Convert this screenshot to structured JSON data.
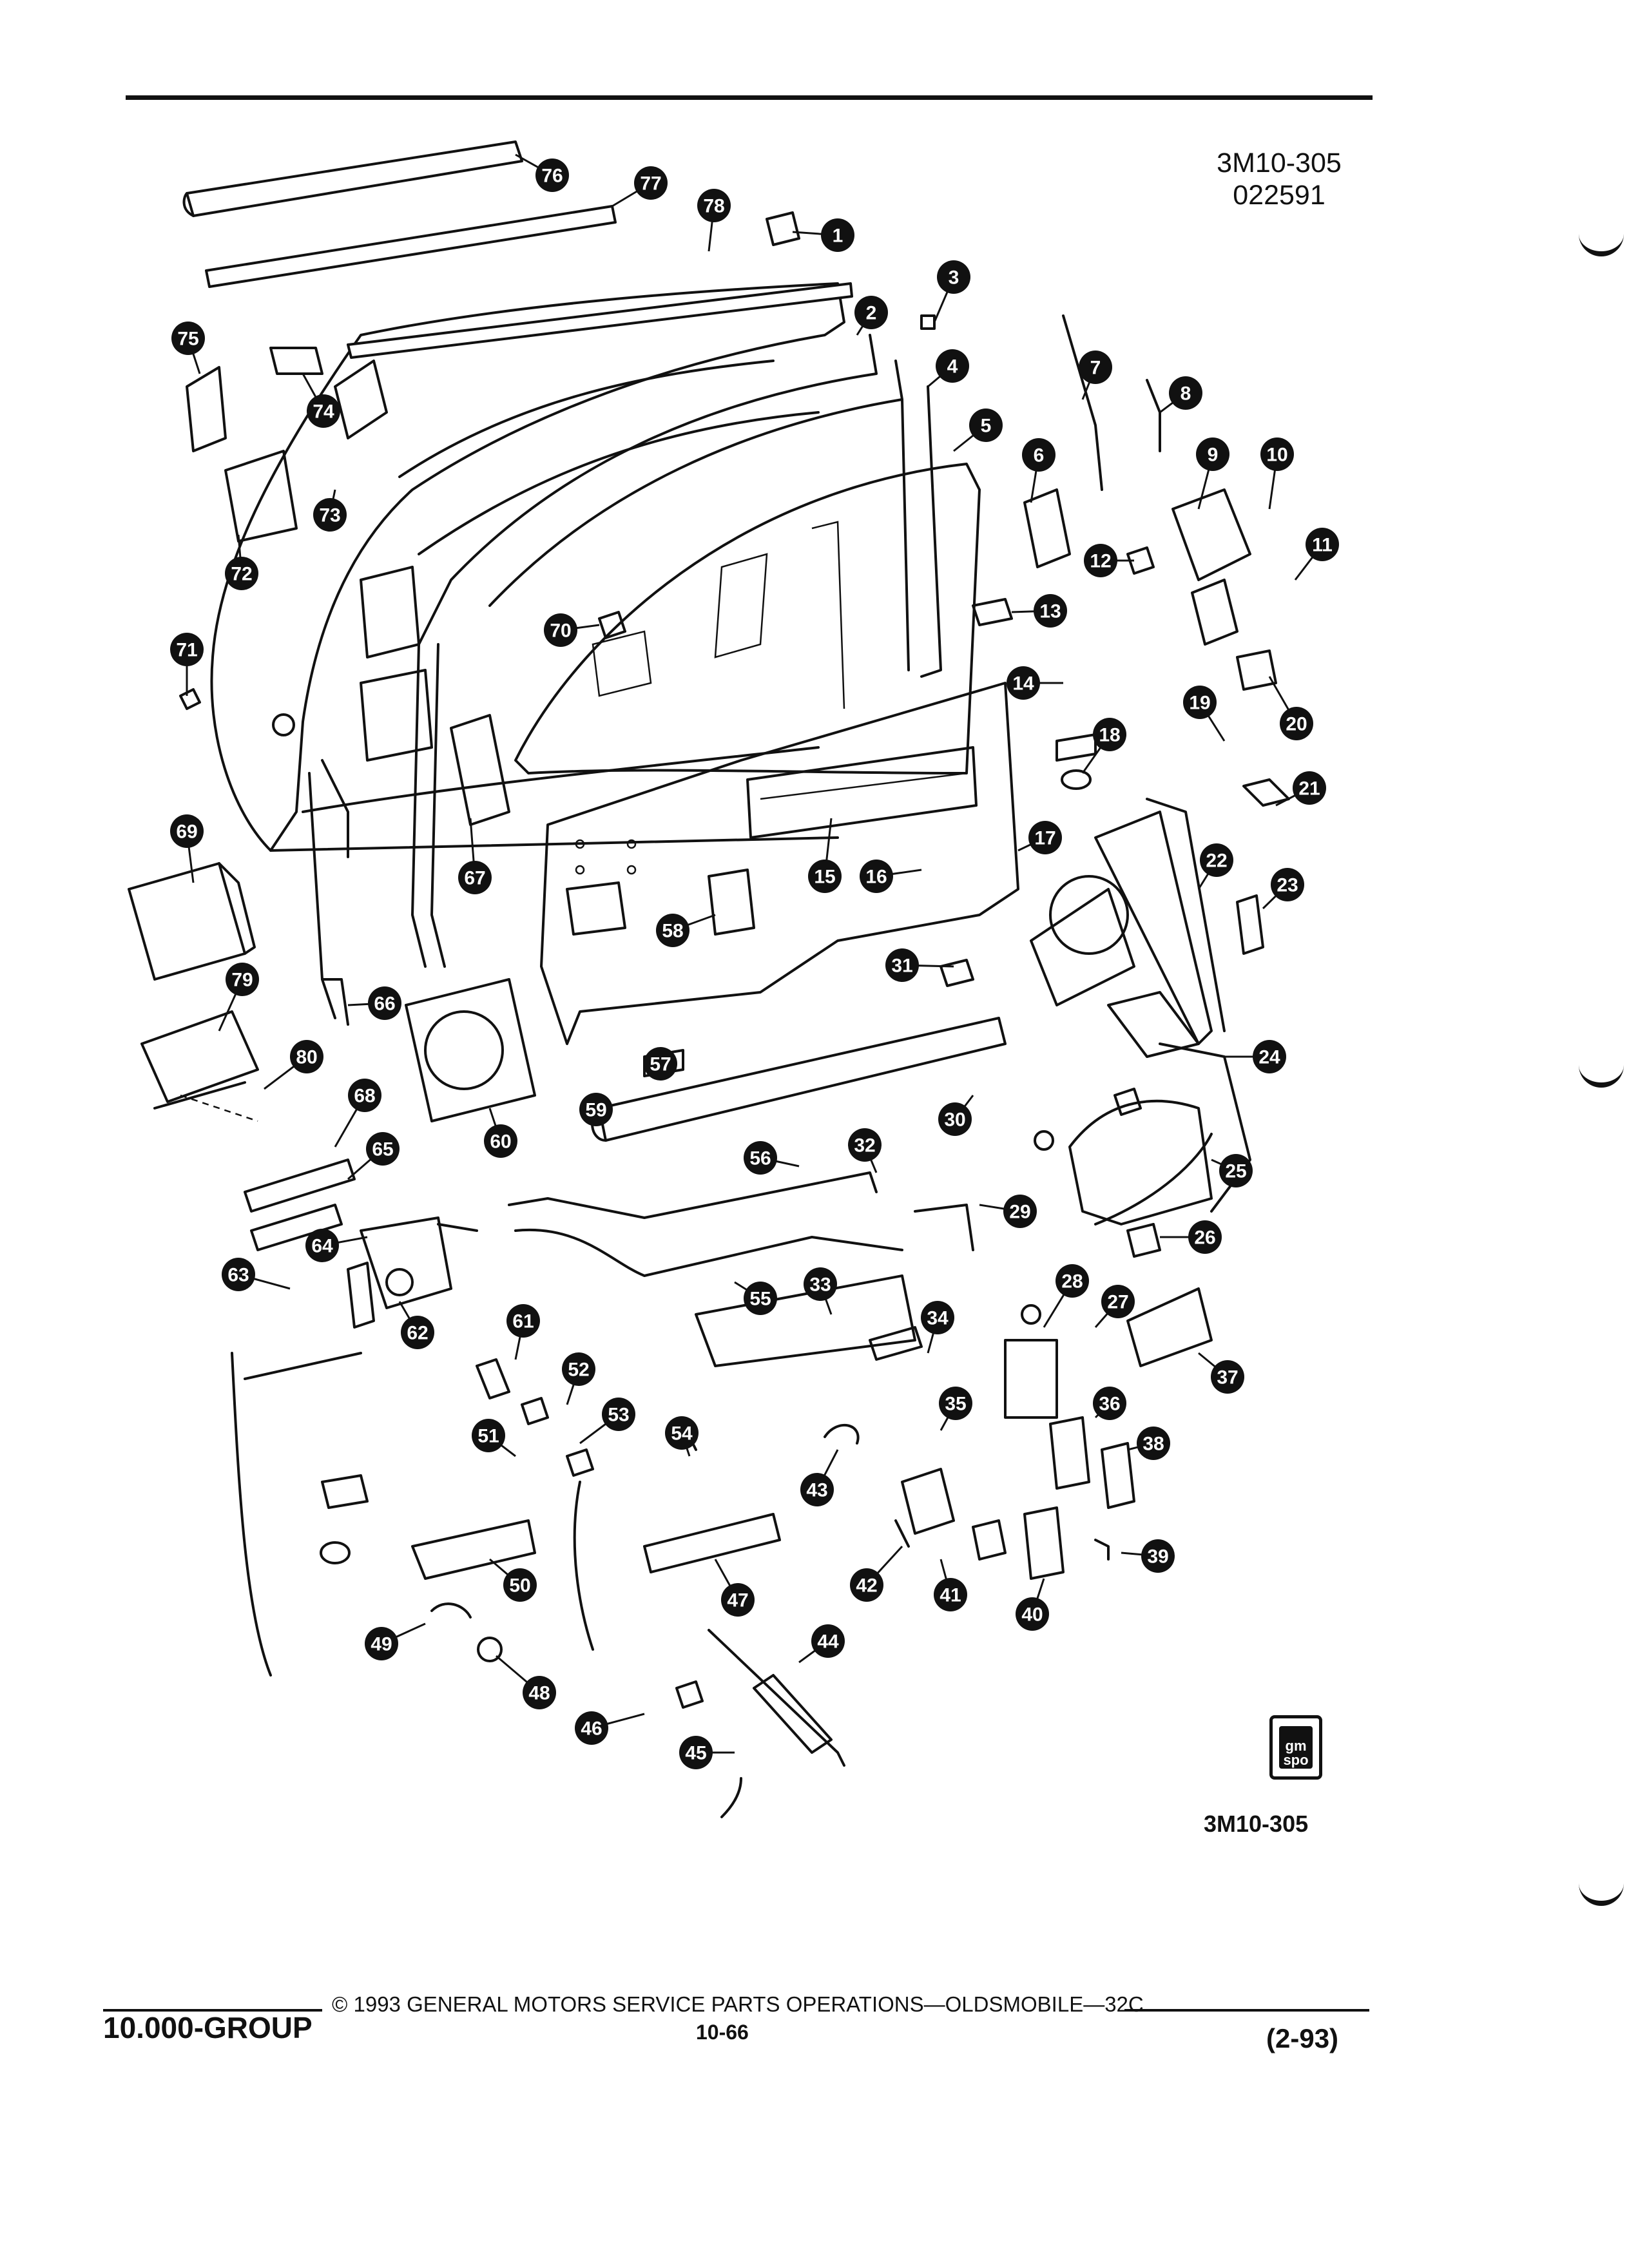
{
  "header": {
    "doc_code": "3M10-305",
    "doc_date": "022591"
  },
  "diagram": {
    "callouts": [
      "1",
      "2",
      "3",
      "4",
      "5",
      "6",
      "7",
      "8",
      "9",
      "10",
      "11",
      "12",
      "13",
      "14",
      "15",
      "16",
      "17",
      "18",
      "19",
      "20",
      "21",
      "22",
      "23",
      "24",
      "25",
      "26",
      "27",
      "28",
      "29",
      "30",
      "31",
      "32",
      "33",
      "34",
      "35",
      "36",
      "37",
      "38",
      "39",
      "40",
      "41",
      "42",
      "43",
      "44",
      "45",
      "46",
      "47",
      "48",
      "49",
      "50",
      "51",
      "52",
      "53",
      "54",
      "55",
      "56",
      "57",
      "58",
      "59",
      "60",
      "61",
      "62",
      "63",
      "64",
      "65",
      "66",
      "67",
      "68",
      "69",
      "70",
      "71",
      "72",
      "73",
      "74",
      "75",
      "76",
      "77",
      "78",
      "79",
      "80"
    ]
  },
  "figure": {
    "logo_text": "gm spo",
    "figure_code": "3M10-305"
  },
  "footer": {
    "group": "10.000-GROUP",
    "copyright": "© 1993 GENERAL MOTORS SERVICE PARTS OPERATIONS—OLDSMOBILE—32C",
    "page": "10-66",
    "revision": "(2-93)"
  }
}
